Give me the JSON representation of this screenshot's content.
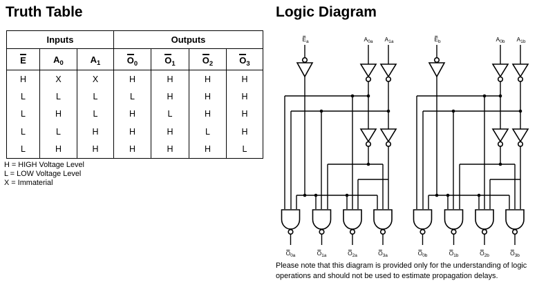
{
  "colors": {
    "ink": "#000000",
    "background": "#ffffff"
  },
  "truth_table": {
    "title": "Truth Table",
    "group_headers": {
      "inputs": "Inputs",
      "outputs": "Outputs"
    },
    "columns": [
      {
        "main": "E",
        "sub": "",
        "active_low": true
      },
      {
        "main": "A",
        "sub": "0",
        "active_low": false
      },
      {
        "main": "A",
        "sub": "1",
        "active_low": false
      },
      {
        "main": "O",
        "sub": "0",
        "active_low": true
      },
      {
        "main": "O",
        "sub": "1",
        "active_low": true
      },
      {
        "main": "O",
        "sub": "2",
        "active_low": true
      },
      {
        "main": "O",
        "sub": "3",
        "active_low": true
      }
    ],
    "rows": [
      [
        "H",
        "X",
        "X",
        "H",
        "H",
        "H",
        "H"
      ],
      [
        "L",
        "L",
        "L",
        "L",
        "H",
        "H",
        "H"
      ],
      [
        "L",
        "H",
        "L",
        "H",
        "L",
        "H",
        "H"
      ],
      [
        "L",
        "L",
        "H",
        "H",
        "H",
        "L",
        "H"
      ],
      [
        "L",
        "H",
        "H",
        "H",
        "H",
        "H",
        "L"
      ]
    ],
    "legend": [
      "H = HIGH Voltage Level",
      "L = LOW Voltage Level",
      "X = Immaterial"
    ]
  },
  "logic_diagram": {
    "title": "Logic Diagram",
    "sections": [
      {
        "id": "a",
        "inputs": [
          {
            "main": "E",
            "sub": "a",
            "active_low": true
          },
          {
            "main": "A",
            "sub": "0a",
            "active_low": false
          },
          {
            "main": "A",
            "sub": "1a",
            "active_low": false
          }
        ],
        "outputs": [
          {
            "main": "O",
            "sub": "0a",
            "active_low": true
          },
          {
            "main": "O",
            "sub": "1a",
            "active_low": true
          },
          {
            "main": "O",
            "sub": "2a",
            "active_low": true
          },
          {
            "main": "O",
            "sub": "3a",
            "active_low": true
          }
        ]
      },
      {
        "id": "b",
        "inputs": [
          {
            "main": "E",
            "sub": "b",
            "active_low": true
          },
          {
            "main": "A",
            "sub": "0b",
            "active_low": false
          },
          {
            "main": "A",
            "sub": "1b",
            "active_low": false
          }
        ],
        "outputs": [
          {
            "main": "O",
            "sub": "0b",
            "active_low": true
          },
          {
            "main": "O",
            "sub": "1b",
            "active_low": true
          },
          {
            "main": "O",
            "sub": "2b",
            "active_low": true
          },
          {
            "main": "O",
            "sub": "3b",
            "active_low": true
          }
        ]
      }
    ],
    "note_lines": [
      "Please note that this diagram is provided only for the understanding of logic",
      "operations and should not be used to estimate propagation delays."
    ]
  }
}
